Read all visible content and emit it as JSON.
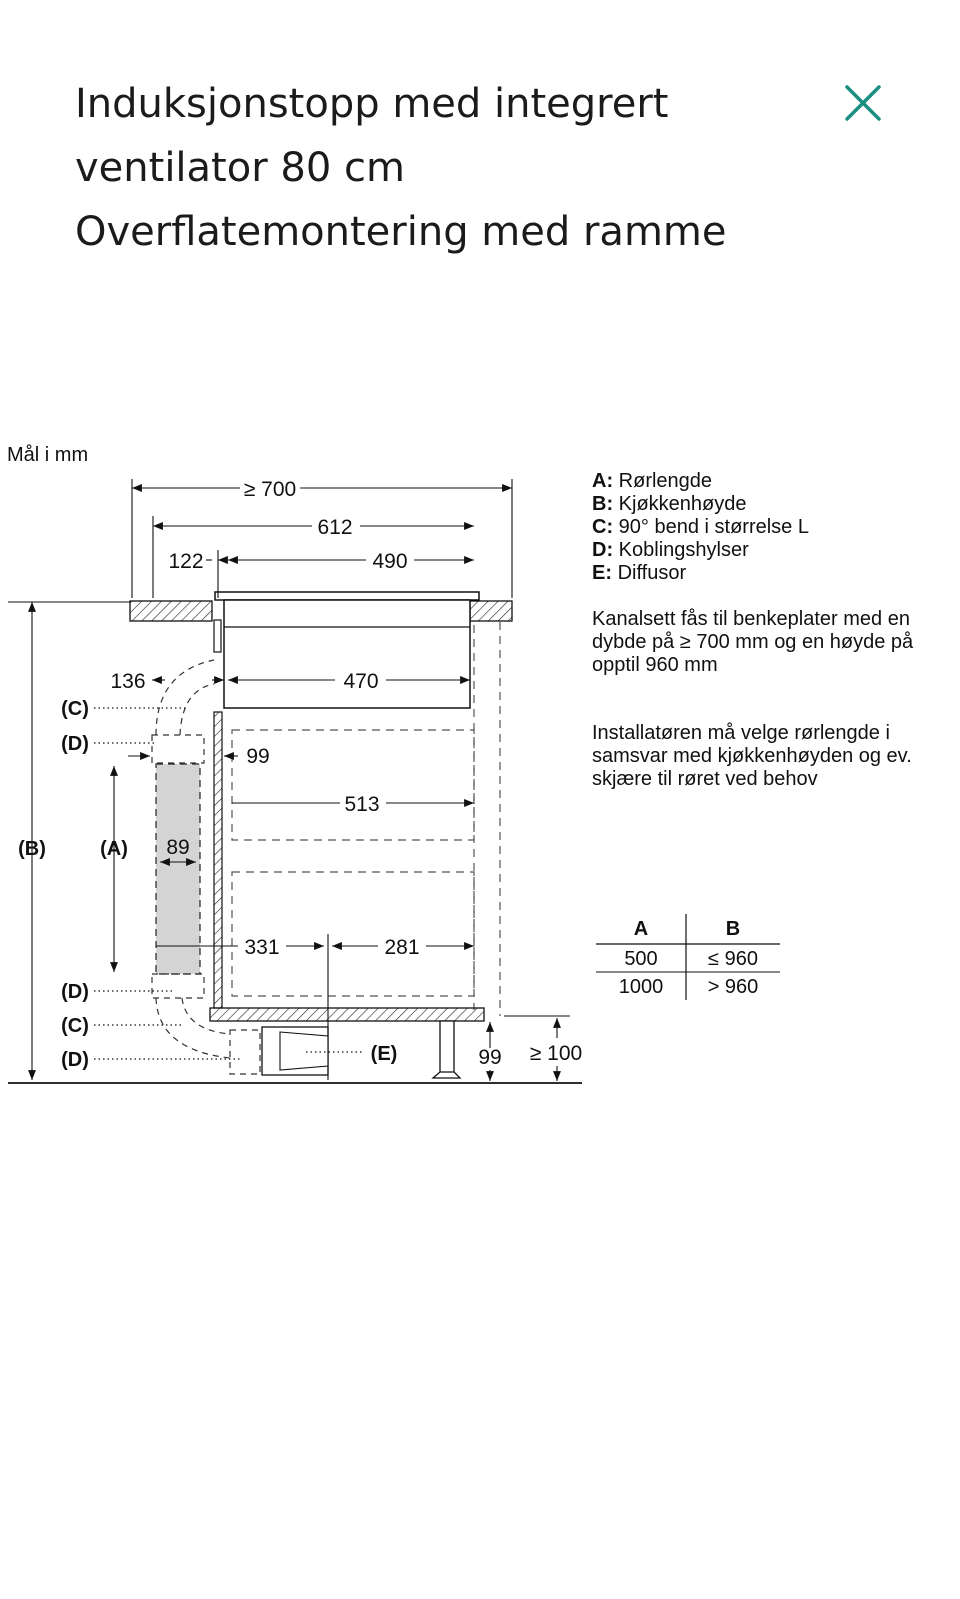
{
  "header": {
    "title_lines": [
      "Induksjonstopp med integrert",
      "ventilator 80 cm",
      "Overflatemontering med ramme"
    ],
    "close_icon": "close-icon",
    "accent_color": "#1a8f83"
  },
  "diagram": {
    "units_label": "Mål i mm",
    "dimensions": {
      "overall_width": "≥ 700",
      "hob_width": "612",
      "offset_122": "122",
      "width_490": "490",
      "depth_136": "136",
      "width_470": "470",
      "gap_99": "99",
      "width_513": "513",
      "duct_89": "89",
      "width_331": "331",
      "width_281": "281",
      "plinth_99": "99",
      "plinth_min": "≥ 100"
    },
    "markers": {
      "C": "(C)",
      "D": "(D)",
      "A": "(A)",
      "B": "(B)",
      "E": "(E)"
    },
    "legend": [
      {
        "key": "A:",
        "text": "Rørlengde"
      },
      {
        "key": "B:",
        "text": "Kjøkkenhøyde"
      },
      {
        "key": "C:",
        "text": "90° bend i størrelse L"
      },
      {
        "key": "D:",
        "text": "Koblingshylser"
      },
      {
        "key": "E:",
        "text": "Diffusor"
      }
    ],
    "note1": "Kanalsett fås til benkeplater med en dybde på ≥ 700 mm og en høyde på opptil 960 mm",
    "note2": "Installatøren må velge rørlengde i samsvar med kjøkkenhøyden og ev. skjære til røret ved behov",
    "table": {
      "headers": [
        "A",
        "B"
      ],
      "rows": [
        [
          "500",
          "≤ 960"
        ],
        [
          "1000",
          "> 960"
        ]
      ]
    }
  }
}
